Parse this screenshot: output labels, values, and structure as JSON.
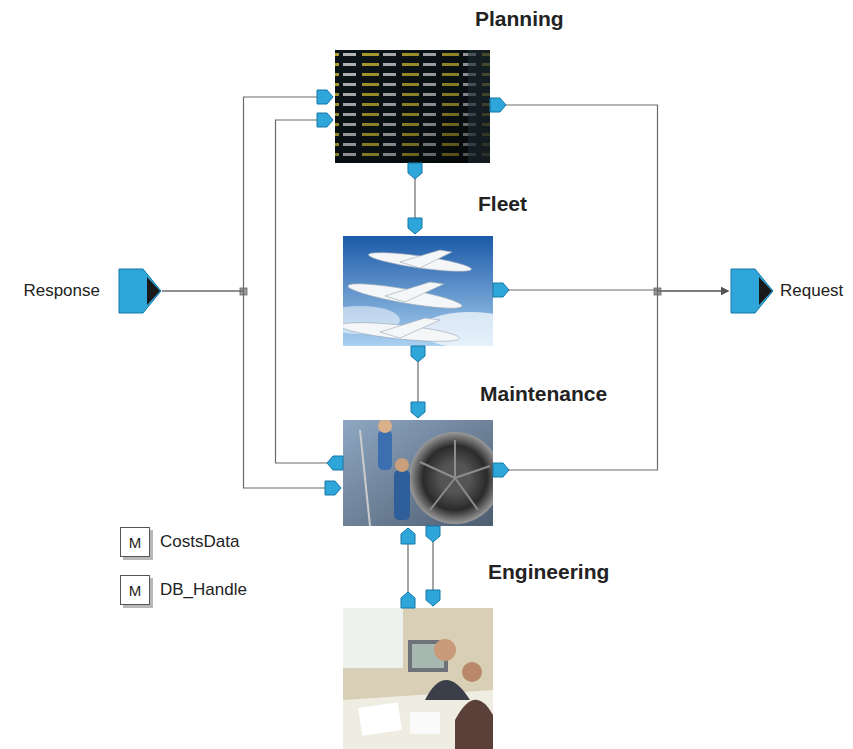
{
  "diagram": {
    "nodes": [
      {
        "text": [
          "Planning"
        ]
      },
      {
        "text": [
          "Response"
        ]
      },
      {
        "text": [
          "Fleet"
        ]
      },
      {
        "text": [
          "Request"
        ]
      },
      {
        "text": [
          "Maintenance"
        ]
      },
      {
        "text": [
          "M",
          "CostsData"
        ]
      },
      {
        "text": [
          "M",
          "DB_Handle"
        ]
      },
      {
        "text": [
          "Engineering"
        ]
      }
    ],
    "edges": [
      {
        "from": 1,
        "to": 0,
        "arrow": "to"
      },
      {
        "from": 1,
        "to": 4,
        "arrow": "to"
      },
      {
        "from": 4,
        "to": 0,
        "arrow": "to"
      },
      {
        "from": 0,
        "to": 2,
        "arrow": "to"
      },
      {
        "from": 2,
        "to": 4,
        "arrow": "to"
      },
      {
        "from": 7,
        "to": 4,
        "arrow": "to"
      },
      {
        "from": 4,
        "to": 7,
        "arrow": "to"
      },
      {
        "from": 0,
        "to": 3,
        "arrow": "to"
      },
      {
        "from": 2,
        "to": 3,
        "arrow": "to"
      },
      {
        "from": 4,
        "to": 3,
        "arrow": "to"
      }
    ]
  }
}
